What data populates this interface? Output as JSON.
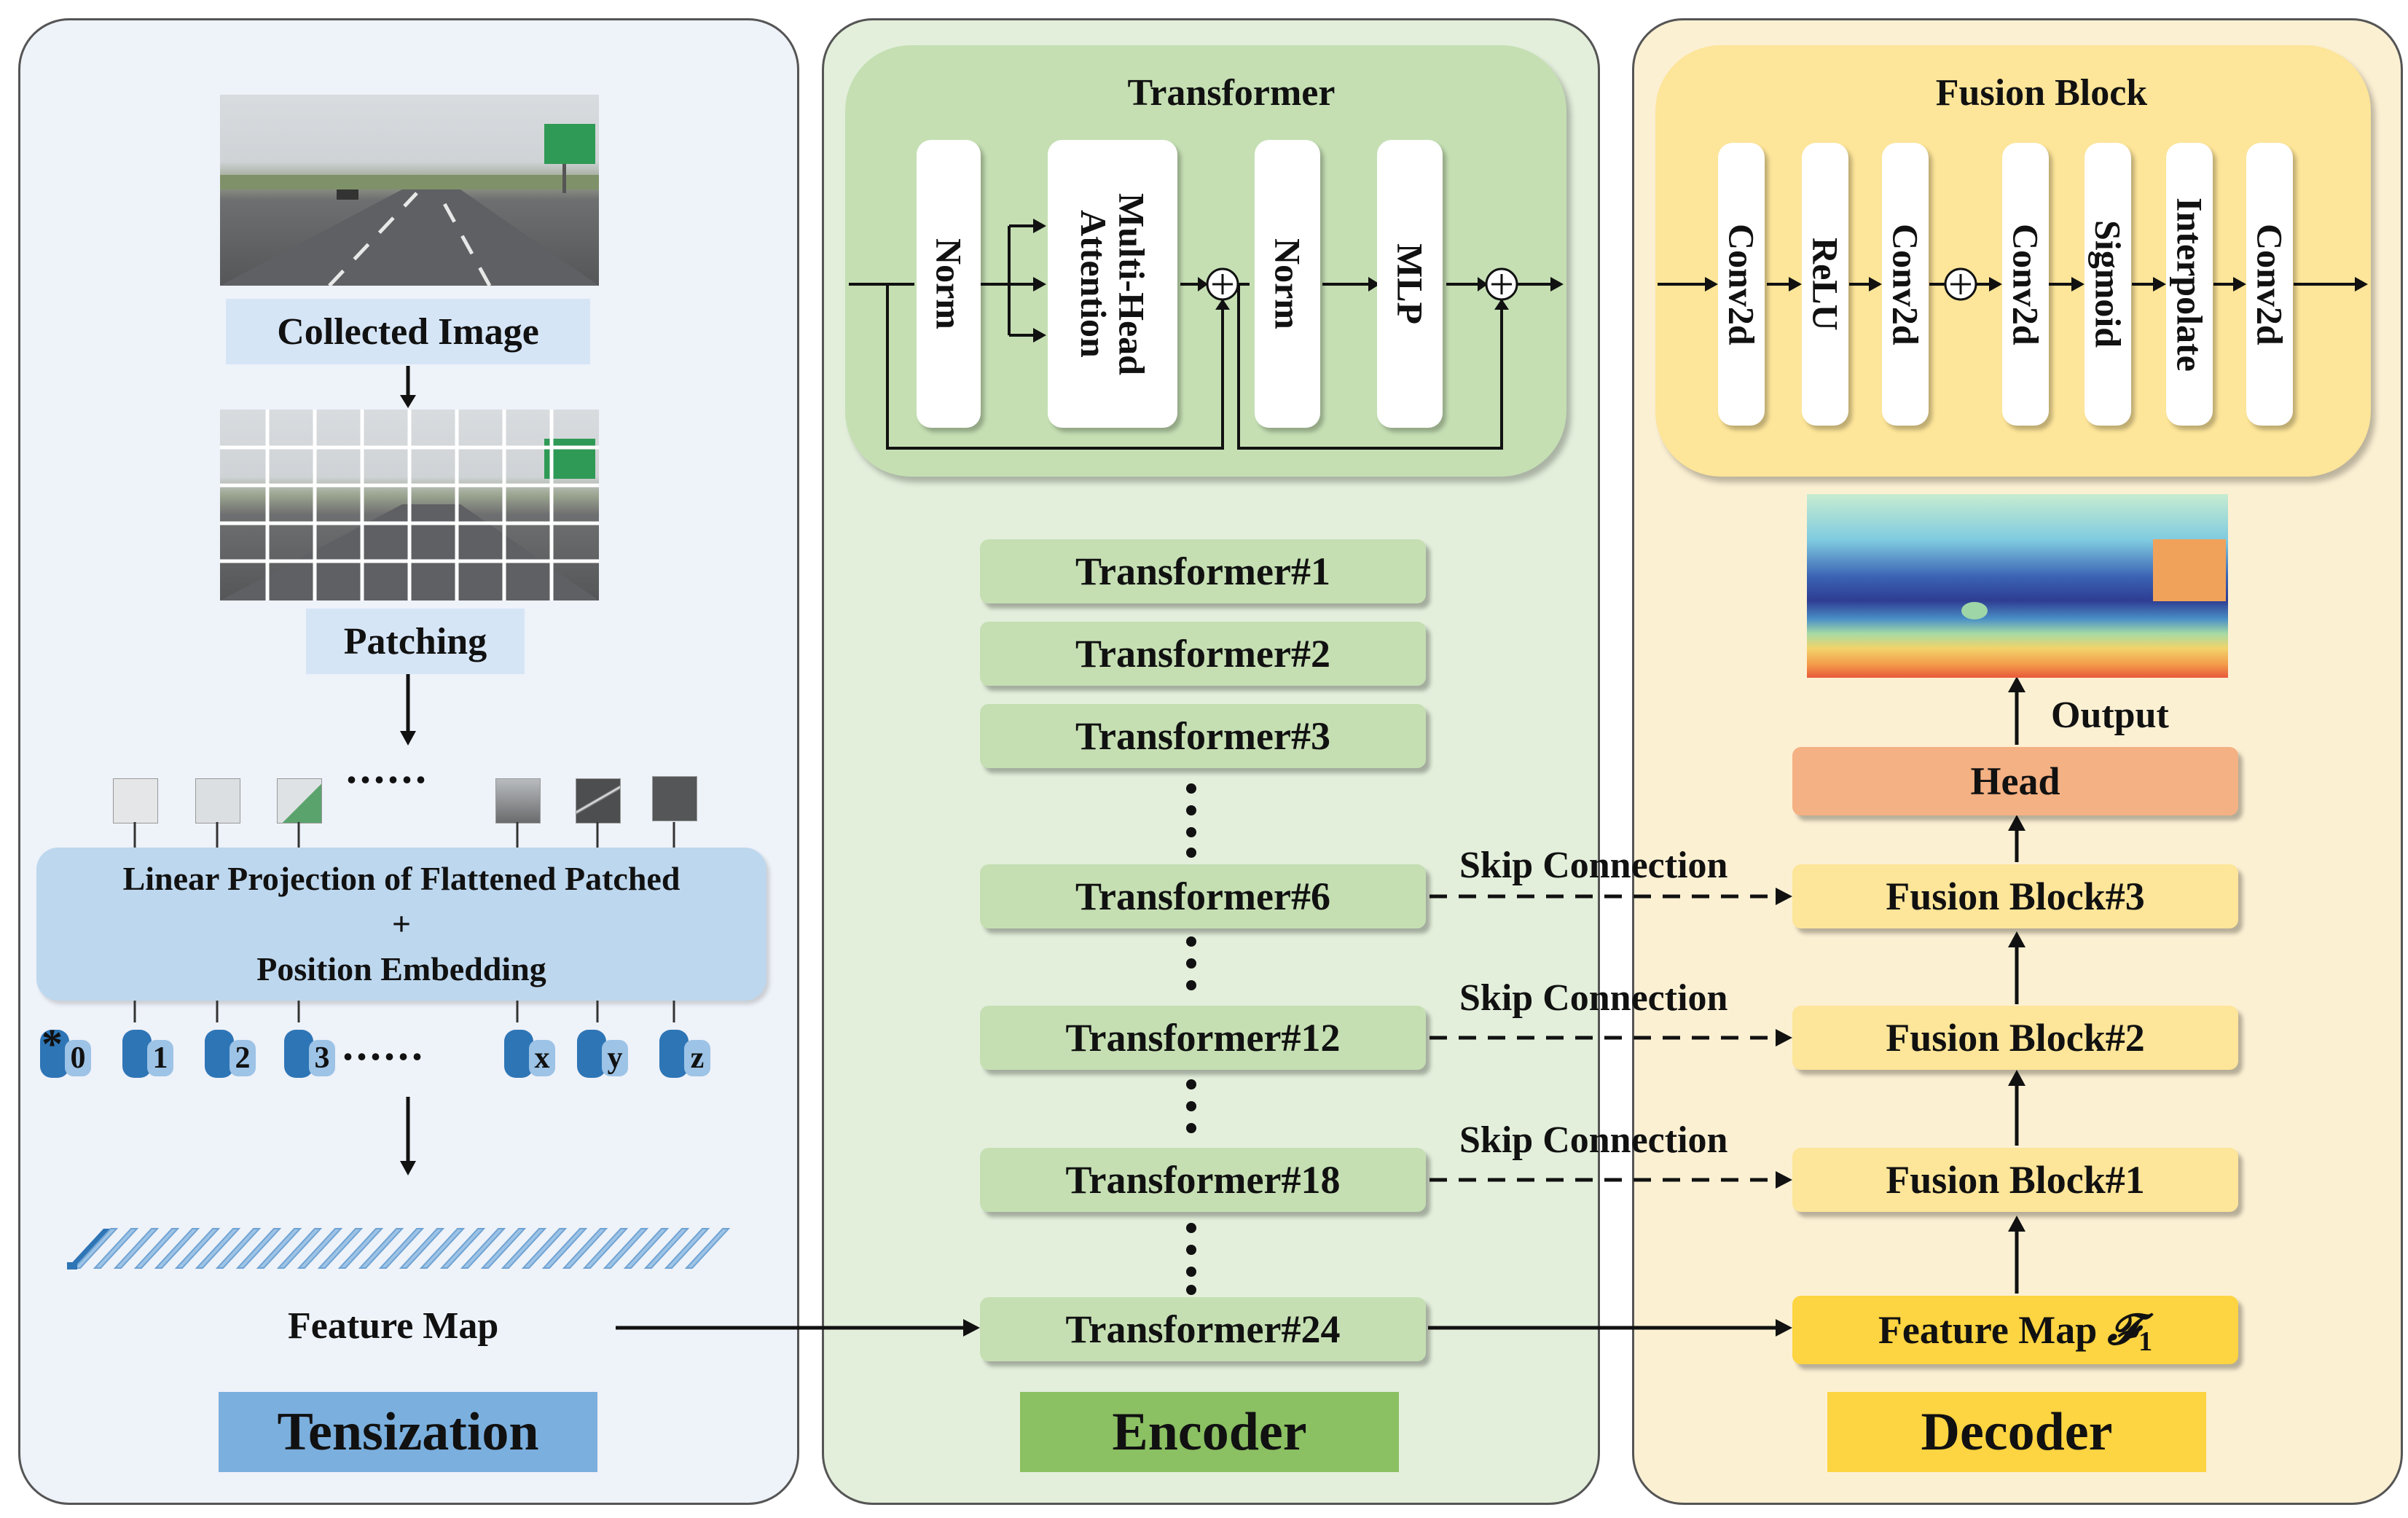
{
  "tensization": {
    "collected_image_label": "Collected Image",
    "patching_label": "Patching",
    "dots_top": "......",
    "projection_line1": "Linear Projection of Flattened Patched",
    "projection_plus": "+",
    "projection_line2": "Position Embedding",
    "tokens": [
      {
        "label": "0",
        "special": "*"
      },
      {
        "label": "1"
      },
      {
        "label": "2"
      },
      {
        "label": "3"
      },
      {
        "label": "x"
      },
      {
        "label": "y"
      },
      {
        "label": "z"
      }
    ],
    "dots_tokens": "......",
    "feature_map_label": "Feature Map",
    "title": "Tensization"
  },
  "encoder": {
    "transformer_block": {
      "title": "Transformer",
      "layers": [
        "Norm",
        "Multi-Head Attention",
        "Norm",
        "MLP"
      ]
    },
    "stack": [
      "Transformer#1",
      "Transformer#2",
      "Transformer#3",
      "Transformer#6",
      "Transformer#12",
      "Transformer#18",
      "Transformer#24"
    ],
    "title": "Encoder"
  },
  "skip_connections": [
    "Skip Connection",
    "Skip Connection",
    "Skip Connection"
  ],
  "decoder": {
    "fusion_block": {
      "title": "Fusion Block",
      "layers": [
        "Conv2d",
        "ReLU",
        "Conv2d",
        "Conv2d",
        "Sigmoid",
        "Interpolate",
        "Conv2d"
      ]
    },
    "output_label": "Output",
    "head_label": "Head",
    "fusion_stack": [
      "Fusion Block#3",
      "Fusion Block#2",
      "Fusion Block#1"
    ],
    "feature_map_label": "Feature Map",
    "feature_map_symbol": "𝓕",
    "feature_map_subscript": "1",
    "title": "Decoder"
  },
  "colors": {
    "tensization_bg": "#eef2f9",
    "encoder_bg": "#e3efdb",
    "decoder_bg": "#fcf0d3",
    "tensization_title": "#7bafde",
    "encoder_title": "#8bc063",
    "decoder_title": "#fdd441",
    "head": "#f4b183"
  }
}
